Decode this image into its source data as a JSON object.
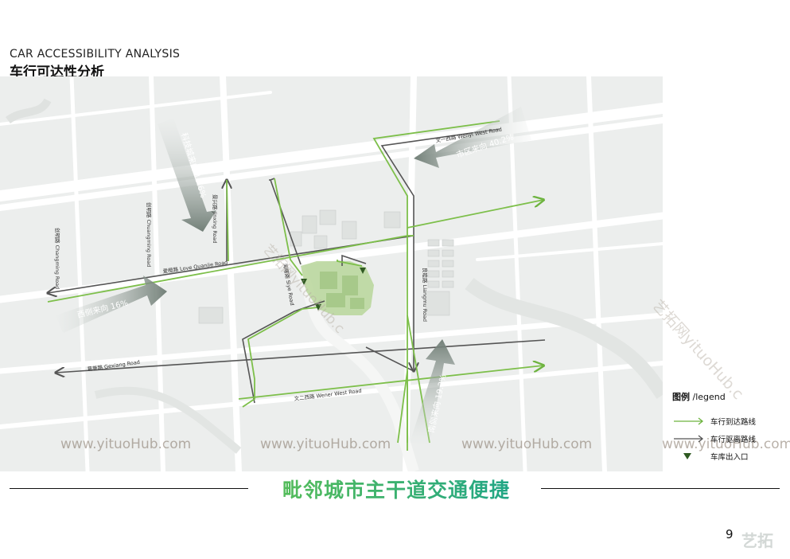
{
  "header": {
    "title_en": "CAR ACCESSIBILITY ANALYSIS",
    "title_cn": "车行可达性分析"
  },
  "map": {
    "roads": {
      "wenyi": "文一西路 Wenyi West Road",
      "love_quanjie": "爱橙路 Love Quanjie Road",
      "jinxing": "景兴路 Jinxing Road",
      "chuangming": "创明路 Chuangming Road",
      "changming": "创明路 Changming Road",
      "gexiang": "葛巷路 Gexiang Road",
      "wener": "文二西路 Wener West Road",
      "longjiang": "良睦路 Liangmu Road",
      "siye": "海曙路 Siye Road"
    },
    "flows": {
      "north": "科技城来向 19.6%",
      "east": "市区来向 40.2%",
      "west": "西侧来向 16%",
      "south": "南侧来向 19.2%"
    }
  },
  "legend": {
    "title_cn": "图例",
    "title_en": "/legend",
    "items": [
      {
        "label": "车行到达路线",
        "icon": "green-arrow-line"
      },
      {
        "label": "车行驱离路线",
        "icon": "dark-arrow-line"
      },
      {
        "label": "车库出入口",
        "icon": "garage-entrance-triangle"
      }
    ]
  },
  "slogan": "毗邻城市主干道交通便捷",
  "page_number": "9",
  "watermarks": {
    "url": "www.yituoHub.com",
    "diagonal": "艺拓网yituoHub.c",
    "logo": "艺拓"
  },
  "colors": {
    "arrival": "#6db33f",
    "departure": "#555555",
    "slogan_start": "#5bbf55",
    "slogan_end": "#1aa38a"
  }
}
